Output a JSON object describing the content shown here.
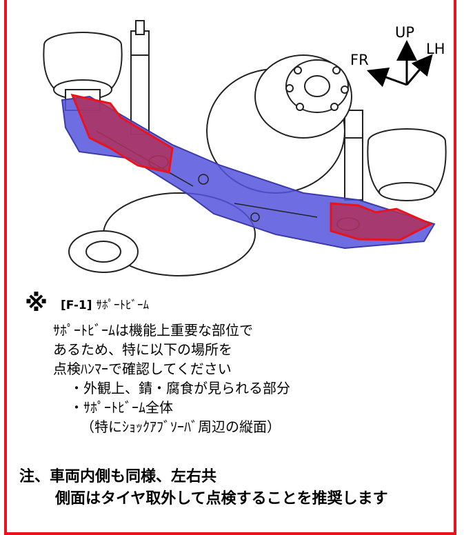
{
  "axes": {
    "up": "UP",
    "lh": "LH",
    "fr": "FR"
  },
  "note": {
    "mark": "※",
    "ref": "[F-1]",
    "title": "ｻﾎﾟｰﾄﾋﾞｰﾑ"
  },
  "body": {
    "line1": "ｻﾎﾟｰﾄﾋﾞｰﾑは機能上重要な部位で",
    "line2": "あるため、特に以下の場所を",
    "line3": "点検ﾊﾝﾏｰで確認してください",
    "bullet1": "・外観上、錆・腐食が見られる部分",
    "bullet2": "・ｻﾎﾟｰﾄﾋﾞｰﾑ全体",
    "bullet2_sub": "（特にｼｮｯｸｱﾌﾞｿｰﾊﾞ周辺の縦面）"
  },
  "footer": {
    "line1": "注、車両内側も同様、左右共",
    "line2": "側面はタイヤ取外して点検することを推奨します"
  },
  "colors": {
    "frame": "#e8131b",
    "beam": "#5555dd",
    "highlight": "#b0305a"
  }
}
